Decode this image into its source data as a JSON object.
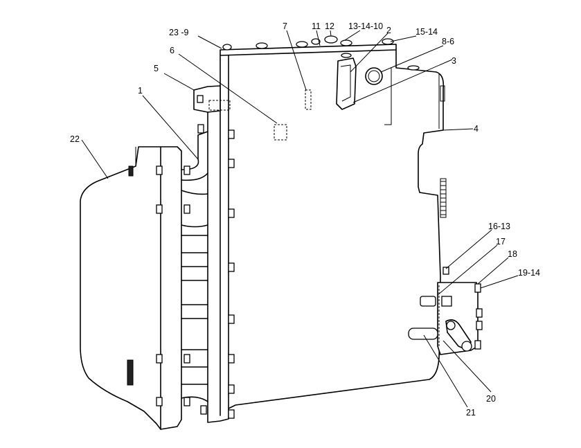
{
  "labels": {
    "l1": "1",
    "l2": "2",
    "l3": "3",
    "l4": "4",
    "l5": "5",
    "l6": "6",
    "l7": "7",
    "l8_6": "8-6",
    "l11": "11",
    "l12": "12",
    "l13_14_10": "13-14-10",
    "l15_14": "15-14",
    "l16_13": "16-13",
    "l17": "17",
    "l18": "18",
    "l19_14": "19-14",
    "l20": "20",
    "l21": "21",
    "l22": "22",
    "l23_9": "23 -9"
  }
}
